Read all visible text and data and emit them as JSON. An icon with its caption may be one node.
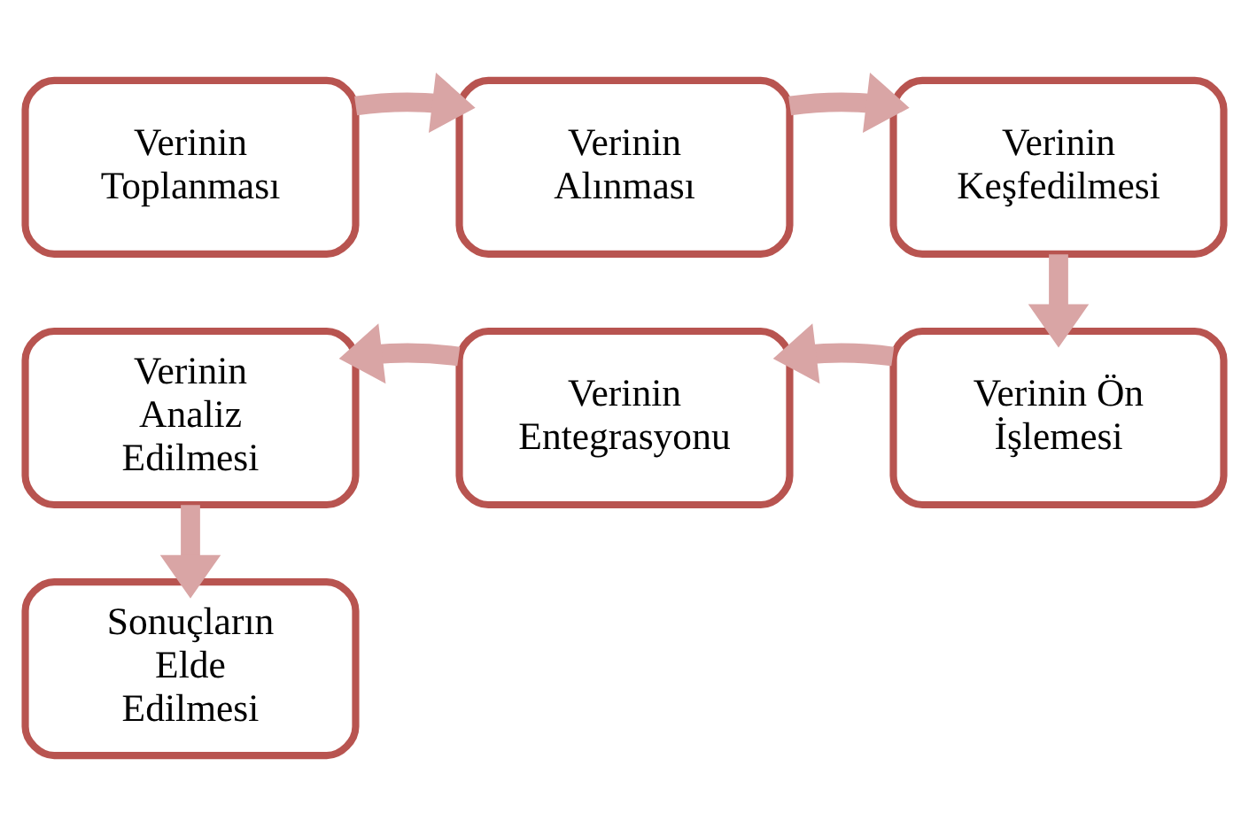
{
  "diagram": {
    "nodes": [
      {
        "text": [
          "Verinin Toplanması"
        ]
      },
      {
        "text": [
          "Verinin Alınması"
        ]
      },
      {
        "text": [
          "Verinin Keşfedilmesi"
        ]
      },
      {
        "text": [
          "Verinin Ön İşlemesi"
        ]
      },
      {
        "text": [
          "Verinin Entegrasyonu"
        ]
      },
      {
        "text": [
          "Verinin Analiz Edilmesi"
        ]
      },
      {
        "text": [
          "Sonuçların Elde Edilmesi"
        ]
      }
    ],
    "edges": [
      {
        "from": 0,
        "to": 1,
        "arrow": "to"
      },
      {
        "from": 1,
        "to": 2,
        "arrow": "to"
      },
      {
        "from": 2,
        "to": 3,
        "arrow": "to"
      },
      {
        "from": 3,
        "to": 4,
        "arrow": "to"
      },
      {
        "from": 4,
        "to": 5,
        "arrow": "to"
      },
      {
        "from": 5,
        "to": 6,
        "arrow": "to"
      }
    ]
  }
}
